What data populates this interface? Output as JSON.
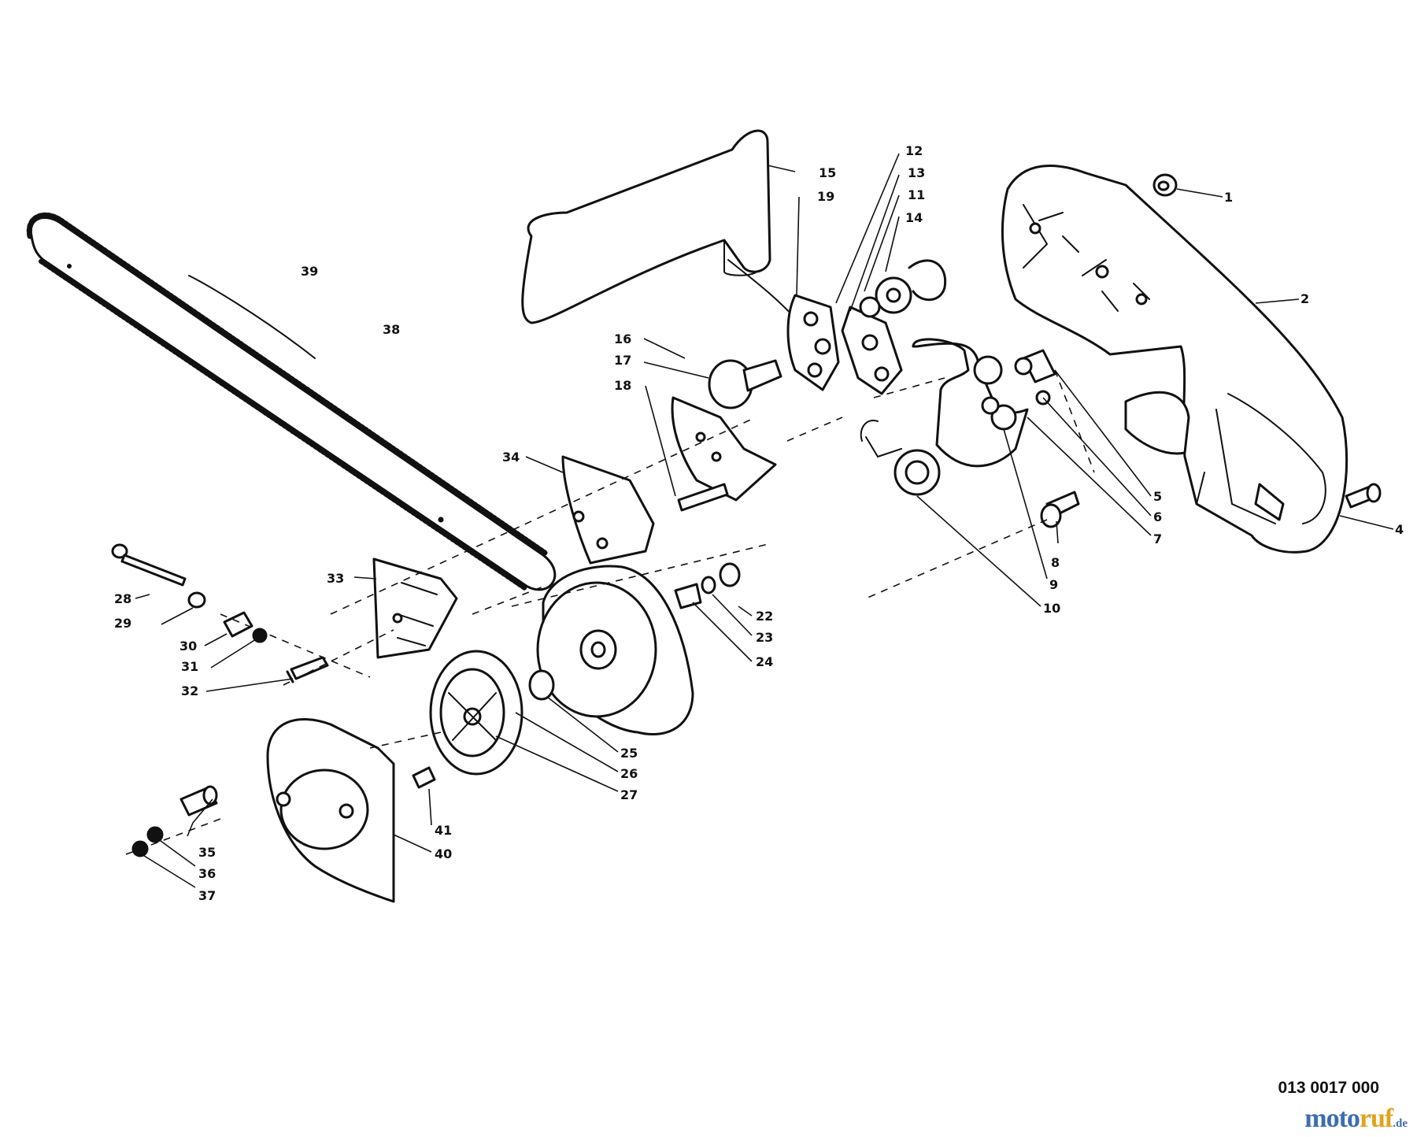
{
  "diagram": {
    "code": "013 0017 000",
    "labels": [
      {
        "id": "1",
        "text": "1"
      },
      {
        "id": "2",
        "text": "2"
      },
      {
        "id": "4",
        "text": "4"
      },
      {
        "id": "5",
        "text": "5"
      },
      {
        "id": "6",
        "text": "6"
      },
      {
        "id": "7",
        "text": "7"
      },
      {
        "id": "8",
        "text": "8"
      },
      {
        "id": "9",
        "text": "9"
      },
      {
        "id": "10",
        "text": "10"
      },
      {
        "id": "11",
        "text": "11"
      },
      {
        "id": "12",
        "text": "12"
      },
      {
        "id": "13",
        "text": "13"
      },
      {
        "id": "14",
        "text": "14"
      },
      {
        "id": "15",
        "text": "15"
      },
      {
        "id": "16",
        "text": "16"
      },
      {
        "id": "17",
        "text": "17"
      },
      {
        "id": "18",
        "text": "18"
      },
      {
        "id": "19",
        "text": "19"
      },
      {
        "id": "22",
        "text": "22"
      },
      {
        "id": "23",
        "text": "23"
      },
      {
        "id": "24",
        "text": "24"
      },
      {
        "id": "25",
        "text": "25"
      },
      {
        "id": "26",
        "text": "26"
      },
      {
        "id": "27",
        "text": "27"
      },
      {
        "id": "28",
        "text": "28"
      },
      {
        "id": "29",
        "text": "29"
      },
      {
        "id": "30",
        "text": "30"
      },
      {
        "id": "31",
        "text": "31"
      },
      {
        "id": "32",
        "text": "32"
      },
      {
        "id": "33",
        "text": "33"
      },
      {
        "id": "34",
        "text": "34"
      },
      {
        "id": "35",
        "text": "35"
      },
      {
        "id": "36",
        "text": "36"
      },
      {
        "id": "37",
        "text": "37"
      },
      {
        "id": "38",
        "text": "38"
      },
      {
        "id": "39",
        "text": "39"
      },
      {
        "id": "40",
        "text": "40"
      },
      {
        "id": "41",
        "text": "41"
      }
    ]
  },
  "brand": {
    "part1": "moto",
    "part2": "ruf",
    "suffix": ".de",
    "color_primary": "#3b6db3",
    "color_accent": "#e2a21d"
  }
}
